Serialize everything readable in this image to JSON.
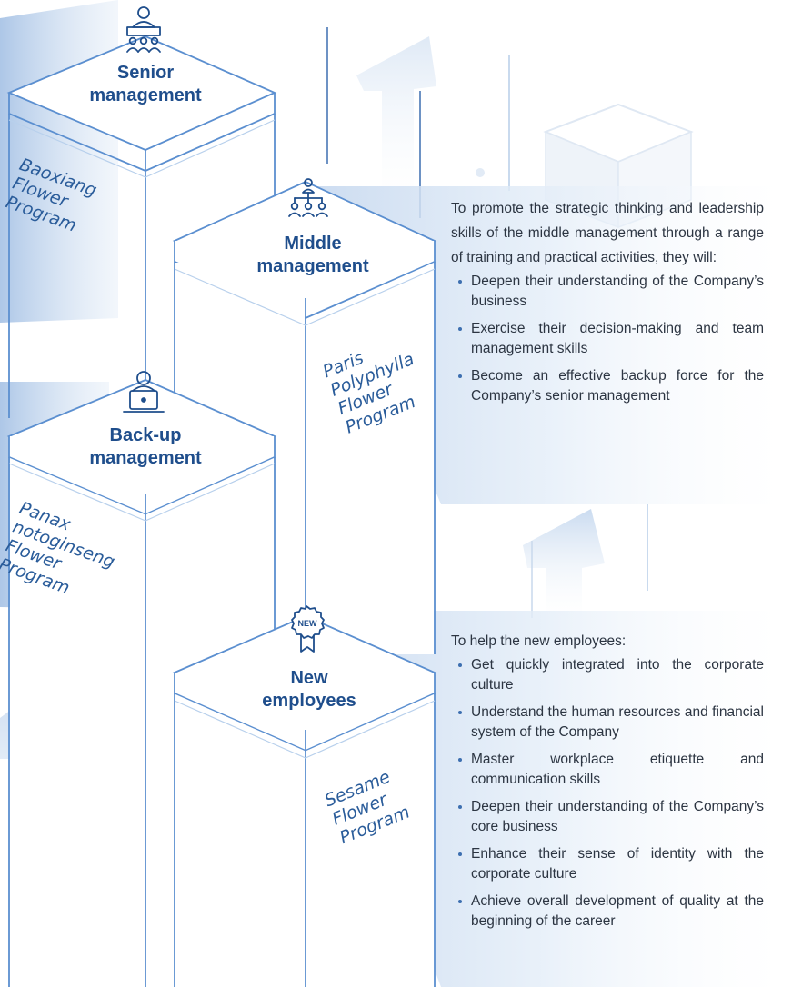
{
  "towers": {
    "senior": {
      "title": "Senior management",
      "title_lines": [
        "Senior",
        "management"
      ],
      "icon": "executive-podium-icon",
      "program_lines": [
        "Baoxiang",
        "Flower",
        "Program"
      ]
    },
    "middle": {
      "title": "Middle management",
      "title_lines": [
        "Middle",
        "management"
      ],
      "icon": "org-hierarchy-icon",
      "program_lines": [
        "Paris",
        "Polyphylla",
        "Flower",
        "Program"
      ]
    },
    "backup": {
      "title": "Back-up management",
      "title_lines": [
        "Back-up",
        "management"
      ],
      "icon": "presenter-laptop-icon",
      "program_lines": [
        "Panax",
        "notoginseng",
        "Flower",
        "Program"
      ]
    },
    "new": {
      "title": "New employees",
      "title_lines": [
        "New",
        "employees"
      ],
      "icon": "new-badge-icon",
      "badge_text": "NEW",
      "program_lines": [
        "Sesame",
        "Flower",
        "Program"
      ]
    }
  },
  "middle_desc": {
    "intro": "To promote the strategic thinking and leadership skills of the middle management through a range of training and practical activities, they will:",
    "bullets": [
      "Deepen their understanding of the Company’s business",
      "Exercise their decision-making and team management skills",
      "Become an effective backup force for the Company’s senior management"
    ]
  },
  "new_desc": {
    "intro": "To help the new employees:",
    "bullets": [
      "Get quickly integrated into the corporate culture",
      "Understand the human resources and financial system of the Company",
      "Master workplace etiquette and communication skills",
      "Deepen their understanding of the Company’s core business",
      "Enhance their sense of identity with the corporate culture",
      "Achieve overall development of quality at the beginning of the career"
    ]
  },
  "colors": {
    "navy": "#1f4e8c",
    "tower_line": "#5b8fd0",
    "panel": "#dbe7f5",
    "deco": "#dce7f3",
    "text": "#2c3542"
  }
}
